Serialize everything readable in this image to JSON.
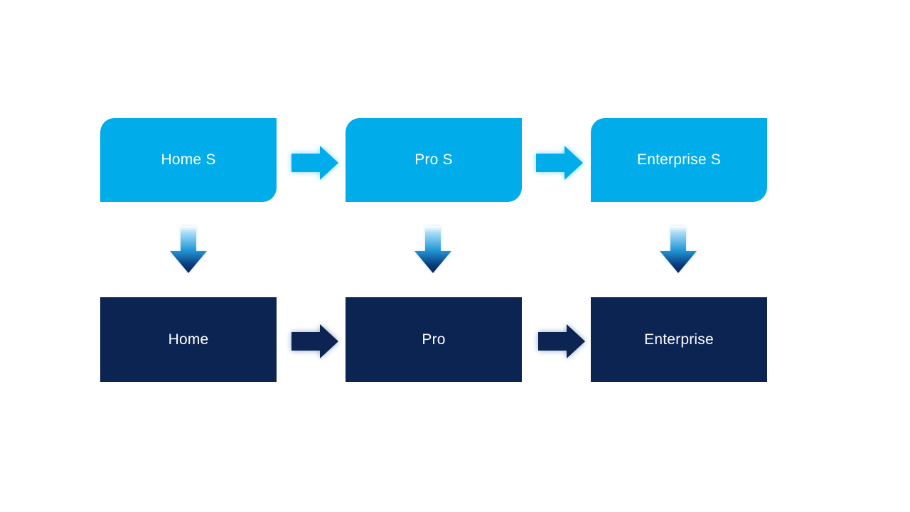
{
  "diagram": {
    "top_row": {
      "boxes": [
        {
          "label": "Home S"
        },
        {
          "label": "Pro S"
        },
        {
          "label": "Enterprise S"
        }
      ]
    },
    "bottom_row": {
      "boxes": [
        {
          "label": "Home"
        },
        {
          "label": "Pro"
        },
        {
          "label": "Enterprise"
        }
      ]
    }
  },
  "colors": {
    "background": "#FFFFFF",
    "top_box": "#00ADEA",
    "bottom_box": "#0C2452",
    "text": "#FFFFFF",
    "top_arrow_glow": "#7ED6F7",
    "bottom_arrow_glow": "#8FA6C4",
    "down_arrow_top": "#FFFFFF",
    "down_arrow_light": "#A7DCF6",
    "down_arrow_mid": "#2196D6",
    "down_arrow_deep": "#0B3D7E",
    "down_arrow_tip": "#072557"
  }
}
